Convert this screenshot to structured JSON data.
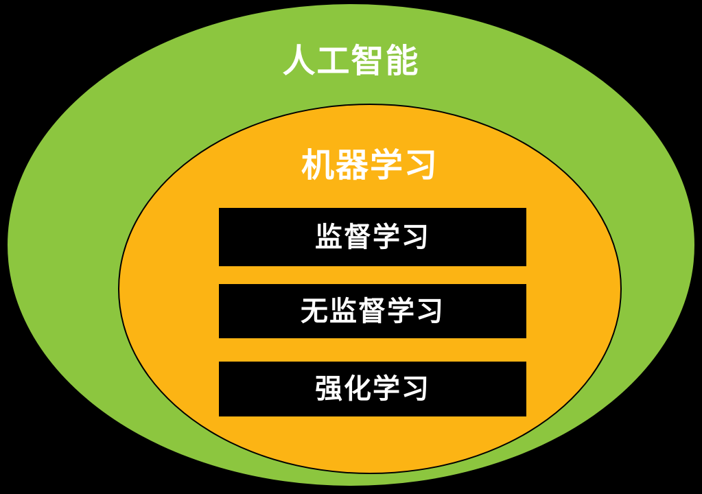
{
  "diagram": {
    "background_color": "#000000",
    "text_color": "#FFFFFF",
    "outline_color": "#000000",
    "outer_ellipse": {
      "label": "人工智能",
      "fill": "#8CC63F"
    },
    "inner_ellipse": {
      "label": "机器学习",
      "fill": "#FCB414"
    },
    "box_fill": "#000000",
    "boxes": [
      {
        "label": "监督学习"
      },
      {
        "label": "无监督学习"
      },
      {
        "label": "强化学习"
      }
    ]
  }
}
